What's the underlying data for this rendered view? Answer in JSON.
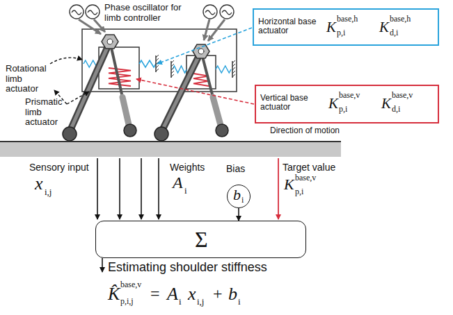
{
  "diagram": {
    "nodes": [
      {
        "text": [
          "Horizontal base actuator",
          "K",
          "base,h",
          "p,i",
          "K",
          "base,h",
          "d,i"
        ]
      },
      {
        "text": [
          "Vertical base actuator",
          "K",
          "base,v",
          "p,i",
          "K",
          "base,v",
          "d,i"
        ]
      },
      {
        "text": [
          "Bias",
          "b",
          "i"
        ]
      },
      {
        "text": [
          "Σ"
        ]
      }
    ],
    "edges": [
      {
        "from": 2,
        "to": 3,
        "arrow": "to"
      }
    ],
    "labels": [
      "Phase oscillator for limb controller",
      "Rotational limb actuator",
      "Prismatic limb actuator",
      "Direction of motion",
      "Sensory input",
      "x",
      "i,j",
      "Weights",
      "A",
      "i",
      "Target value",
      "K",
      "base,v",
      "p,i",
      "Estimating shoulder stiffness",
      "K̂",
      "base,v",
      "p,i,j",
      "=",
      "A",
      "i",
      "x",
      "i,j",
      "+",
      "b",
      "i"
    ]
  }
}
